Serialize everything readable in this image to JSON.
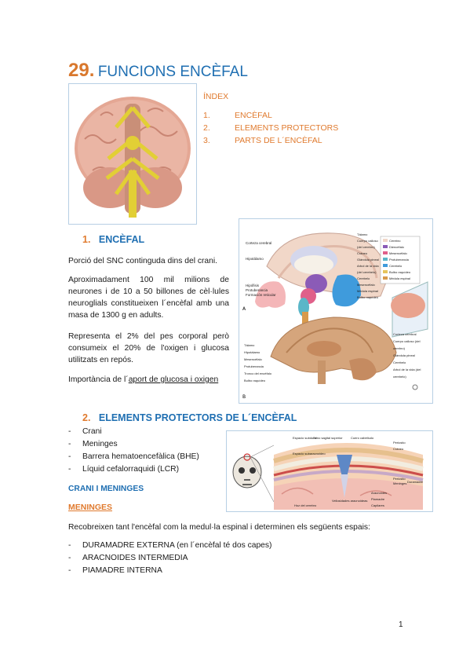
{
  "title": {
    "number": "29.",
    "text": "FUNCIONS ENCÈFAL"
  },
  "index": {
    "heading": "ÍNDEX",
    "items": [
      {
        "num": "1.",
        "label": "ENCÈFAL"
      },
      {
        "num": "2.",
        "label": "ELEMENTS PROTECTORS"
      },
      {
        "num": "3.",
        "label": "PARTS DE L´ENCÈFAL"
      }
    ]
  },
  "section1": {
    "num": "1.",
    "heading": "ENCÈFAL",
    "p1": "Porció del SNC continguda dins del crani.",
    "p2": "Aproximadament 100 mil milions de neurones i de 10 a 50 billones de cèl·lules neuroglials constitueixen l´encèfal amb una masa de 1300 g en adults.",
    "p3": "Representa el 2% del pes corporal però consumeix el 20% de l'oxigen i glucosa utilitzats en repós.",
    "p4_prefix": "Importància de l´",
    "p4_link": "aport de glucosa i oxigen"
  },
  "section2": {
    "num": "2.",
    "heading": "ELEMENTS PROTECTORS DE L´ENCÈFAL",
    "items": [
      "Crani",
      "Meninges",
      "Barrera hematoencefàlica (BHE)",
      "Líquid cefalorraquidi (LCR)"
    ],
    "subheading": "CRANI I MENINGES",
    "meninges_heading": "MENINGES",
    "meninges_text": "Recobreixen tant l'encèfal com la medul·la espinal i determinen els següents espais:",
    "layers": [
      "DURAMADRE EXTERNA (en l´encèfal té dos capes)",
      "ARACNOIDES INTERMEDIA",
      "PIAMADRE INTERNA"
    ]
  },
  "figure_labels": {
    "panel_a": "A",
    "panel_b": "B",
    "top_left": [
      "Corteza cerebral",
      "Hipotálamo",
      "Hipófisis",
      "Protuberancia",
      "Formación reticular"
    ],
    "top_right": [
      "Tálamo",
      "Cuerpo calloso (del cerebro)",
      "Cráneo",
      "Glándula pineal",
      "Arbol de la vida (del cerebelo)",
      "Cerebelo",
      "Mesencéfalo",
      "Médula espinal",
      "Bulbo raquídeo"
    ],
    "legend": [
      "Cerebro",
      "Diencéfalo",
      "Mesencéfalo",
      "Protuberancia",
      "Cerebelo",
      "Bulbo raquídeo",
      "Médula espinal"
    ],
    "bottom_left": [
      "Tálamo",
      "Hipotálamo",
      "Mesencéfalo",
      "Protuberancia",
      "Tronco del encéfalo",
      "Bulbo raquídeo"
    ],
    "bottom_right": [
      "Corteza cerebral",
      "Cuerpo calloso (del cerebro)",
      "Glándula pineal",
      "Cerebelo",
      "Arbol de la vida (del cerebelo)"
    ],
    "meninges_fig": [
      "Espacio subdural",
      "Seno sagital superior",
      "Cuero cabelludo",
      "Periostio",
      "Cráneo",
      "Espacio subaracnoideo",
      "Periostio",
      "Meninges",
      "Duramadre",
      "Aracnoides",
      "Piamadre",
      "Vellosidades aracnoideas",
      "Hoz del cerebro",
      "Capilares"
    ]
  },
  "page_number": "1"
}
